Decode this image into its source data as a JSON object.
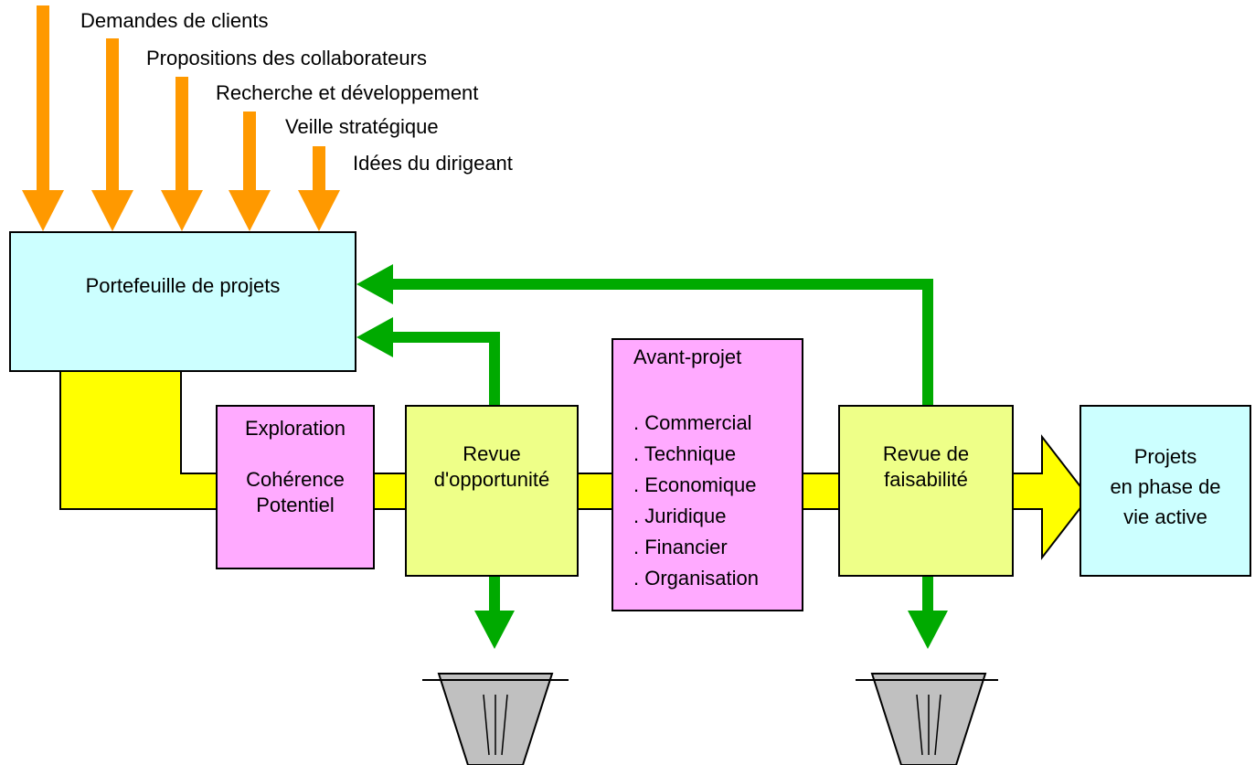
{
  "colors": {
    "input_arrow": "#ff9900",
    "flow_arrow": "#ffff00",
    "feedback_arrow": "#00aa00",
    "portfolio_box": "#ccffff",
    "review_box": "#eeff88",
    "phase_box": "#ffaaff",
    "active_box": "#ccffff",
    "bin": "#c0c0c0"
  },
  "inputs": [
    {
      "label": "Demandes de clients"
    },
    {
      "label": "Propositions des collaborateurs"
    },
    {
      "label": "Recherche et développement"
    },
    {
      "label": "Veille stratégique"
    },
    {
      "label": "Idées du dirigeant"
    }
  ],
  "portfolio": {
    "label": "Portefeuille de projets"
  },
  "exploration": {
    "title": "Exploration",
    "line1": "Cohérence",
    "line2": "Potentiel"
  },
  "opportunity_review": {
    "line1": "Revue",
    "line2": "d'opportunité"
  },
  "pre_project": {
    "title": "Avant-projet",
    "items": [
      ". Commercial",
      ". Technique",
      ". Economique",
      ". Juridique",
      ". Financier",
      ". Organisation"
    ]
  },
  "feasibility_review": {
    "line1": "Revue de",
    "line2": "faisabilité"
  },
  "active_projects": {
    "line1": "Projets",
    "line2": "en phase de",
    "line3": "vie active"
  },
  "icons": {
    "discard": "trash-bin-icon",
    "feedback": "feedback-arrow-icon",
    "input": "input-arrow-icon"
  }
}
